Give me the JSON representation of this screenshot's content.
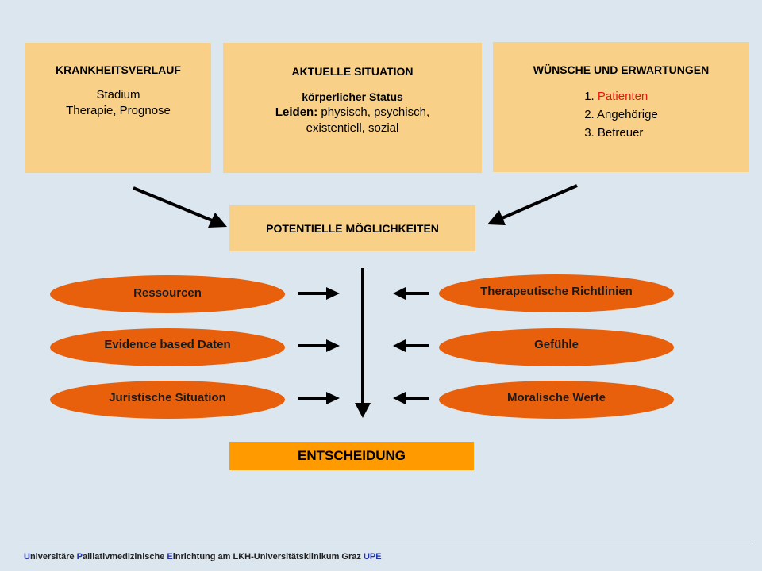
{
  "krankheitsverlauf": {
    "title": "KRANKHEITSVERLAUF",
    "line1": "Stadium",
    "line2": "Therapie, Prognose"
  },
  "aktuelle_situation": {
    "title": "AKTUELLE SITUATION",
    "line1": "körperlicher Status",
    "line2_bold": "Leiden:",
    "line2_rest": " physisch, psychisch,",
    "line3": "existentiell, sozial"
  },
  "wuensche": {
    "title": "WÜNSCHE UND ERWARTUNGEN",
    "item1_num": "1. ",
    "item1_text": "Patienten",
    "item2": "2. Angehörige",
    "item3": "3. Betreuer"
  },
  "potentielle": {
    "title": "POTENTIELLE MÖGLICHKEITEN"
  },
  "left_ovals": [
    "Ressourcen",
    "Evidence based Daten",
    "Juristische Situation"
  ],
  "right_ovals": [
    "Therapeutische Richtlinien",
    "Gefühle",
    "Moralische Werte"
  ],
  "decision": "ENTSCHEIDUNG",
  "footer": {
    "u": "U",
    "niversitaere": "niversitäre ",
    "p": "P",
    "alliativ": "alliativmedizinische ",
    "e": "E",
    "inrichtung": "inrichtung am LKH-Universitätsklinikum  Graz  ",
    "upe": "UPE"
  },
  "colors": {
    "box_fill": "#f8d088",
    "oval_fill": "#e8600c",
    "decision_fill": "#ff9a00",
    "background": "#dce6ef",
    "highlight_red": "#e8170c",
    "footer_blue": "#2233aa"
  }
}
